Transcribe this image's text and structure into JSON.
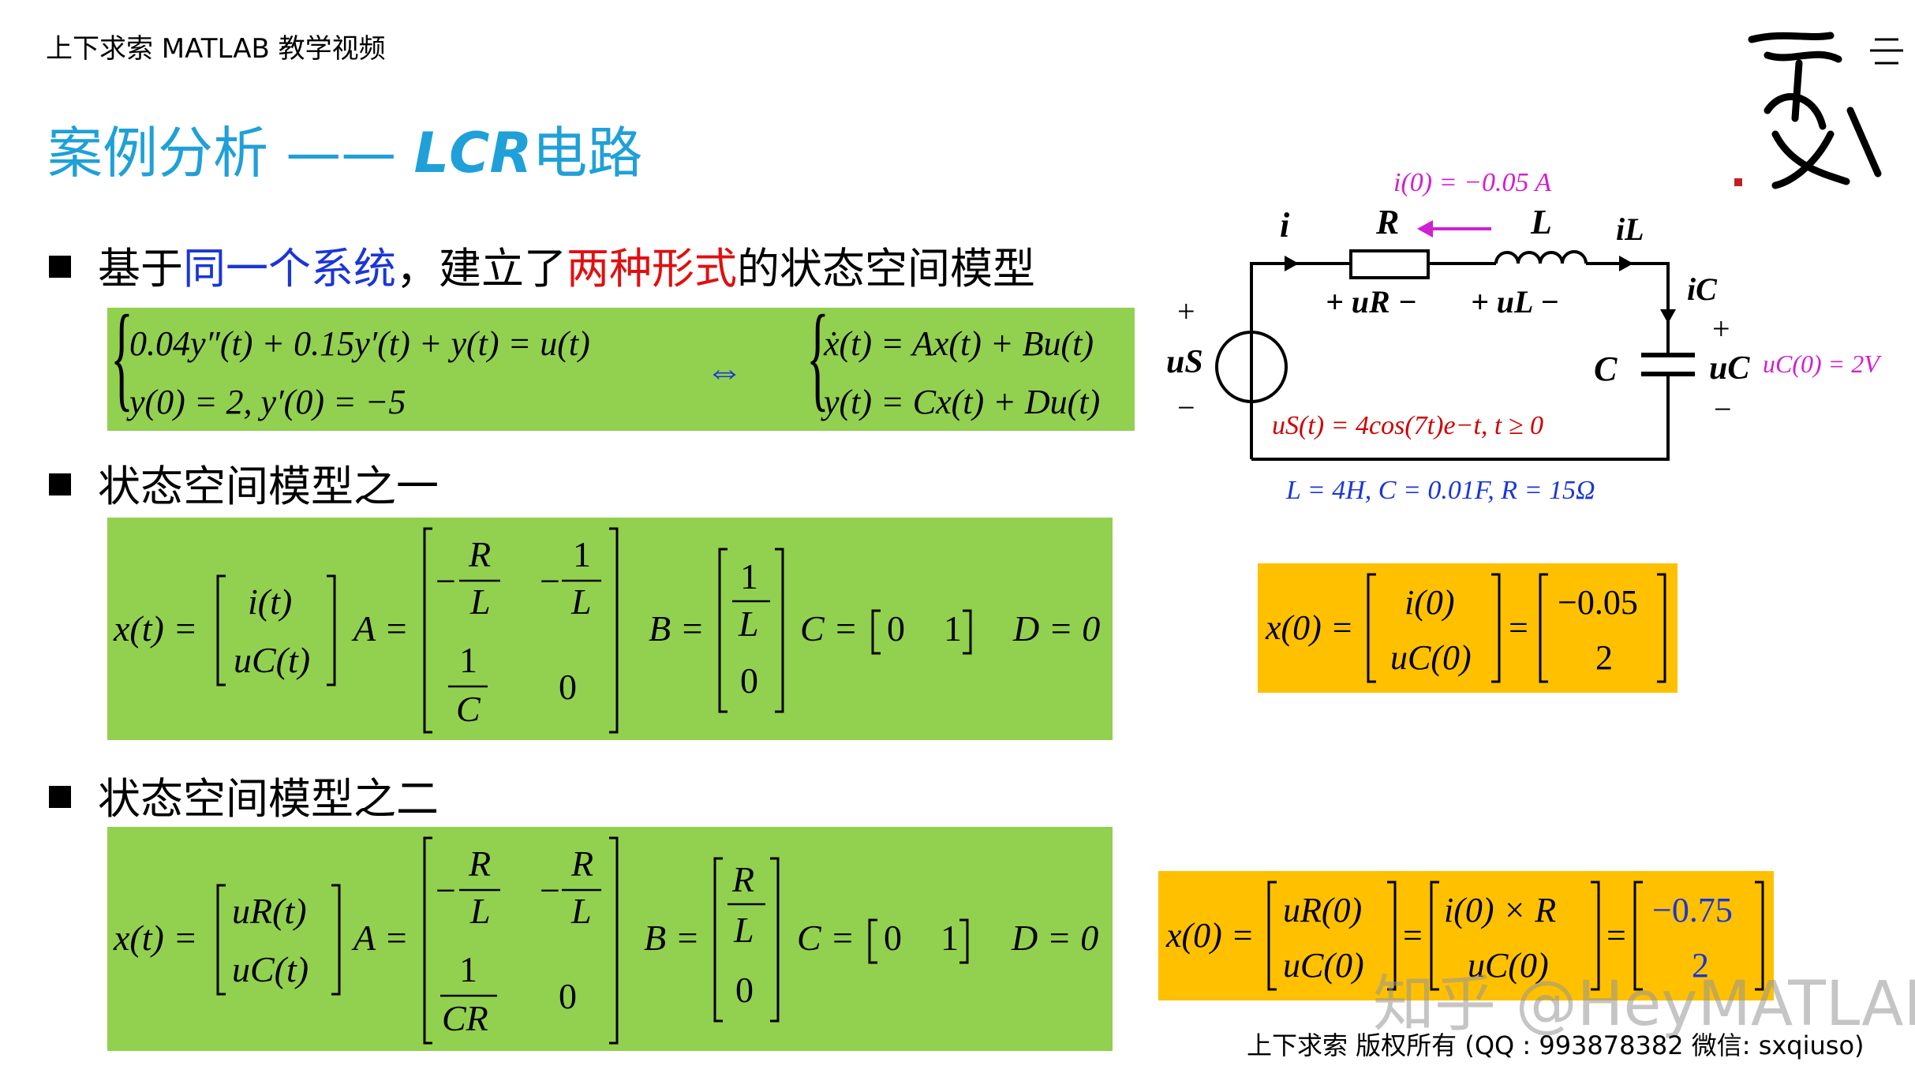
{
  "header": {
    "text": "上下求索 MATLAB 教学视频"
  },
  "title": {
    "prefix": "案例分析 —— ",
    "lcr": "LCR",
    "suffix": "电路"
  },
  "bullet1": {
    "part1": "基于",
    "part2": "同一个系统",
    "part3": "，建立了",
    "part4": "两种形式",
    "part5": "的状态空间模型"
  },
  "bullet2": {
    "text": "状态空间模型之一"
  },
  "bullet3": {
    "text": "状态空间模型之二"
  },
  "eq_main": {
    "ode_line1": "0.04y″(t) + 0.15y′(t) + y(t) = u(t)",
    "ode_line2": "y(0) = 2,  y′(0) = −5",
    "equiv": "⇔",
    "ss_line1": "ẋ(t) = Ax(t) + Bu(t)",
    "ss_line2": "y(t) = Cx(t) + Du(t)"
  },
  "model1": {
    "x_label": "x(t) =",
    "x_entries": [
      "i(t)",
      "uC(t)"
    ],
    "A_label": "A =",
    "B_label": "B =",
    "C_label": "C =",
    "C_entries": [
      "0",
      "1"
    ],
    "D_label": "D = 0",
    "num_R": "R",
    "den_L": "L",
    "num_1": "1",
    "den_C": "C",
    "zero": "0"
  },
  "model2": {
    "x_label": "x(t) =",
    "x_entries": [
      "uR(t)",
      "uC(t)"
    ],
    "A_label": "A =",
    "B_label": "B =",
    "C_label": "C =",
    "C_entries": [
      "0",
      "1"
    ],
    "D_label": "D = 0",
    "num_R": "R",
    "den_L": "L",
    "num_1": "1",
    "den_CR": "CR",
    "zero": "0"
  },
  "circuit": {
    "i0": "i(0) = −0.05 A",
    "label_i": "i",
    "label_R": "R",
    "label_L": "L",
    "label_iL": "iL",
    "label_iC": "iC",
    "label_uR": "+ uR −",
    "label_uL": "+ uL −",
    "label_us": "uS",
    "plus": "+",
    "minus": "−",
    "label_C": "C",
    "label_uC": "uC",
    "uc0": "uC(0) = 2V",
    "us_expr": "uS(t) = 4cos(7t)e−t,  t ≥ 0",
    "params": "L = 4H,  C = 0.01F,  R = 15Ω"
  },
  "init1": {
    "x0": "x(0) =",
    "entries": [
      "i(0)",
      "uC(0)"
    ],
    "values": [
      "−0.05",
      "2"
    ]
  },
  "init2": {
    "x0": "x(0) =",
    "entries": [
      "uR(0)",
      "uC(0)"
    ],
    "mid": [
      "i(0) × R",
      "uC(0)"
    ],
    "values": [
      "−0.75",
      "2"
    ]
  },
  "footer": {
    "text": "上下求索  版权所有  (QQ : 993878382   微信: sxqiuso)"
  },
  "watermark": {
    "text": "知乎 @HeyMATLAB"
  },
  "colors": {
    "title": "#1fa0d8",
    "green_box": "#92d050",
    "orange_box": "#ffc000",
    "blue_text": "#1a36d8",
    "red_text": "#e01010",
    "magenta": "#d020d0"
  }
}
